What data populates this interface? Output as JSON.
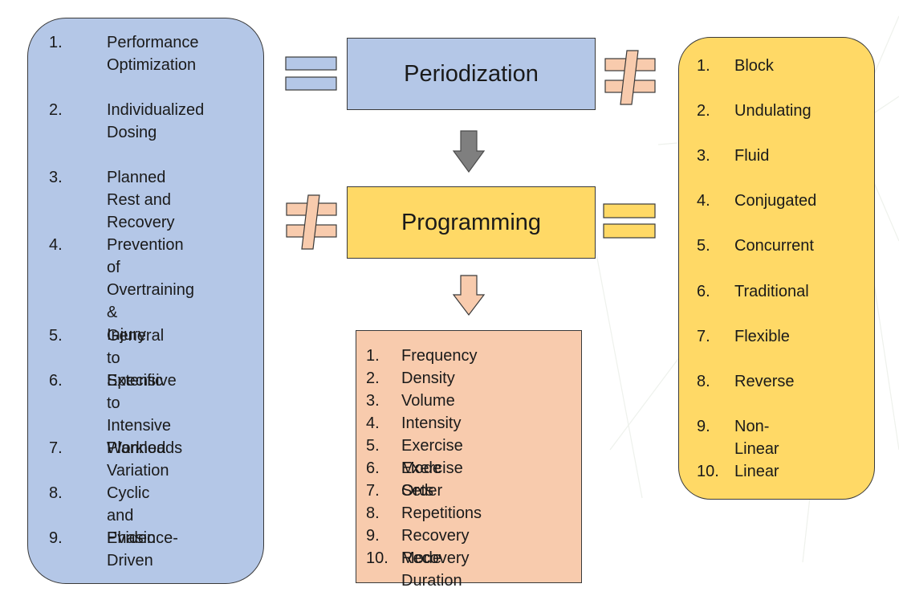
{
  "left_list": {
    "items": [
      {
        "num": "1.",
        "text": "Performance\nOptimization"
      },
      {
        "num": "2.",
        "text": "Individualized\nDosing"
      },
      {
        "num": "3.",
        "text": "Planned Rest and\nRecovery"
      },
      {
        "num": "4.",
        "text": "Prevention of\nOvertraining &\nInjury"
      },
      {
        "num": "5.",
        "text": "General to Specific"
      },
      {
        "num": "6.",
        "text": "Extensive to\nIntensive Workloads"
      },
      {
        "num": "7.",
        "text": "Planned Variation"
      },
      {
        "num": "8.",
        "text": "Cyclic and Phasic"
      },
      {
        "num": "9.",
        "text": "Evidence-Driven"
      }
    ]
  },
  "periodization": {
    "label": "Periodization"
  },
  "programming": {
    "label": "Programming"
  },
  "right_list": {
    "items": [
      {
        "num": "1.",
        "text": "Block"
      },
      {
        "num": "2.",
        "text": "Undulating"
      },
      {
        "num": "3.",
        "text": "Fluid"
      },
      {
        "num": "4.",
        "text": "Conjugated"
      },
      {
        "num": "5.",
        "text": "Concurrent"
      },
      {
        "num": "6.",
        "text": "Traditional"
      },
      {
        "num": "7.",
        "text": "Flexible"
      },
      {
        "num": "8.",
        "text": "Reverse"
      },
      {
        "num": "9.",
        "text": "Non-Linear"
      },
      {
        "num": "10.",
        "text": "Linear"
      }
    ]
  },
  "variables_list": {
    "items": [
      {
        "num": "1.",
        "text": "Frequency"
      },
      {
        "num": "2.",
        "text": "Density"
      },
      {
        "num": "3.",
        "text": "Volume"
      },
      {
        "num": "4.",
        "text": "Intensity"
      },
      {
        "num": "5.",
        "text": "Exercise Mode"
      },
      {
        "num": "6.",
        "text": "Exercise Order"
      },
      {
        "num": "7.",
        "text": "Sets"
      },
      {
        "num": "8.",
        "text": "Repetitions"
      },
      {
        "num": "9.",
        "text": "Recovery Mode"
      },
      {
        "num": "10.",
        "text": "Recovery Duration"
      }
    ]
  },
  "colors": {
    "blue": "#b4c7e7",
    "yellow": "#ffd966",
    "peach": "#f8cbad",
    "gray_arrow": "#7f7f7f",
    "outline": "#3a3a3a"
  }
}
